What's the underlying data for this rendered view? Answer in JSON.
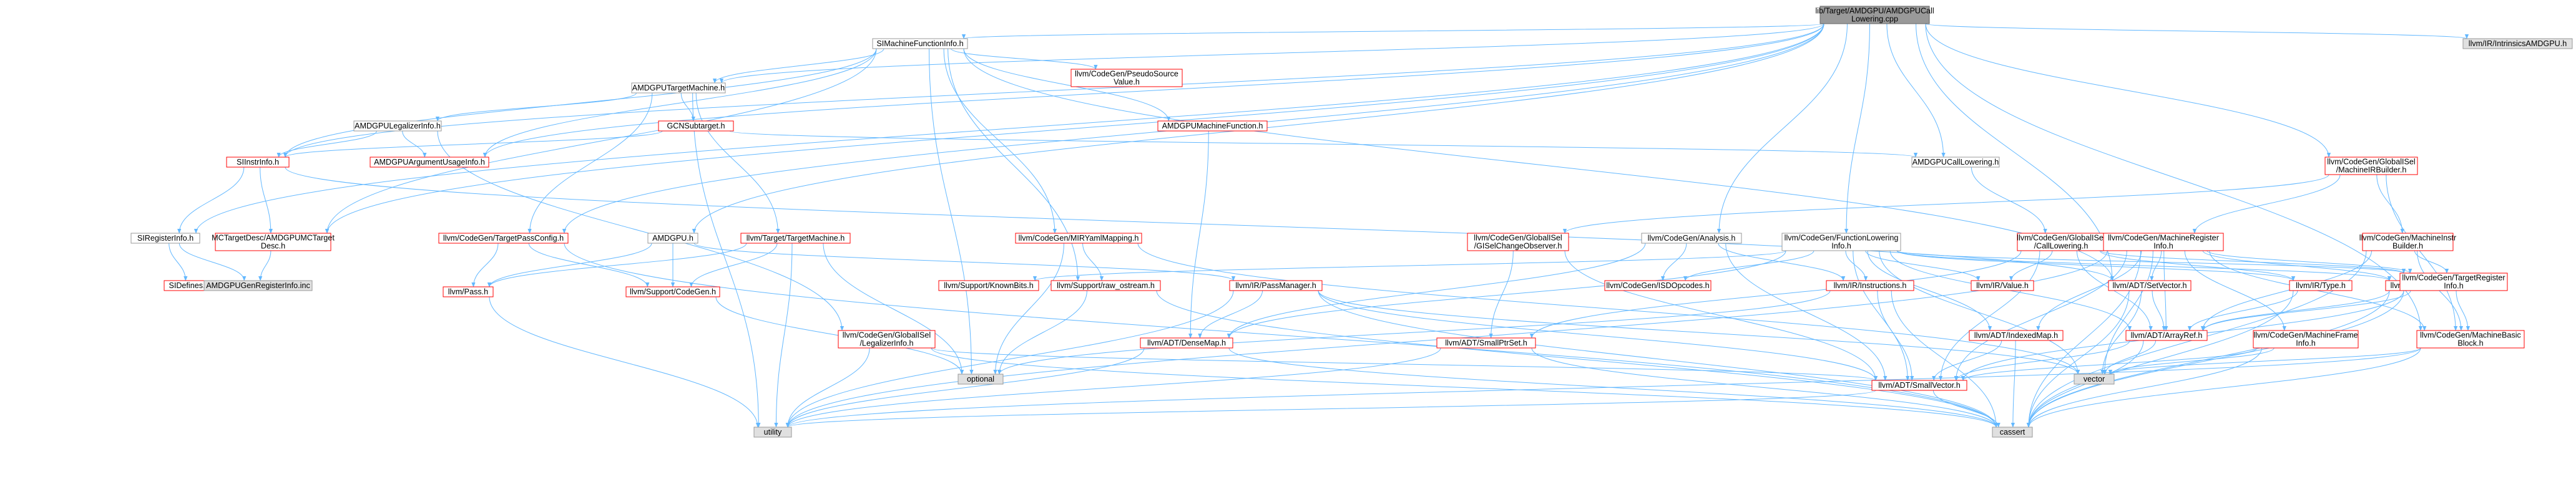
{
  "graph": {
    "colors": {
      "edge": "#63b8ff",
      "root_fill": "#999999",
      "root_border": "#666666",
      "node_fill": "#ffffff",
      "node_border_red": "#ff0000",
      "node_border_gray": "#999999",
      "external_fill": "#e0e0e0",
      "text": "#000000"
    },
    "nodes": [
      {
        "id": "root",
        "lines": [
          "lib/Target/AMDGPU/AMDGPUCall",
          "Lowering.cpp"
        ],
        "kind": "root"
      },
      {
        "id": "simfi",
        "lines": [
          "SIMachineFunctionInfo.h"
        ],
        "kind": "gray"
      },
      {
        "id": "amdgpu_tm",
        "lines": [
          "AMDGPUTargetMachine.h"
        ],
        "kind": "gray"
      },
      {
        "id": "amdgpu_li",
        "lines": [
          "AMDGPULegalizerInfo.h"
        ],
        "kind": "gray"
      },
      {
        "id": "amdgpu_h",
        "lines": [
          "AMDGPU.h"
        ],
        "kind": "gray"
      },
      {
        "id": "siregisterinfo",
        "lines": [
          "SIRegisterInfo.h"
        ],
        "kind": "gray"
      },
      {
        "id": "amdgpu_cl",
        "lines": [
          "AMDGPUCallLowering.h"
        ],
        "kind": "gray"
      },
      {
        "id": "cg_analysis",
        "lines": [
          "llvm/CodeGen/Analysis.h"
        ],
        "kind": "gray"
      },
      {
        "id": "cg_fli",
        "lines": [
          "llvm/CodeGen/FunctionLowering",
          "Info.h"
        ],
        "kind": "gray"
      },
      {
        "id": "intrinsics",
        "lines": [
          "llvm/IR/IntrinsicsAMDGPU.h"
        ],
        "kind": "external"
      },
      {
        "id": "gcn_st",
        "lines": [
          "GCNSubtarget.h"
        ],
        "kind": "red"
      },
      {
        "id": "amdgpu_mf",
        "lines": [
          "AMDGPUMachineFunction.h"
        ],
        "kind": "red"
      },
      {
        "id": "cg_psv",
        "lines": [
          "llvm/CodeGen/PseudoSource",
          "Value.h"
        ],
        "kind": "red"
      },
      {
        "id": "siinstrinfo",
        "lines": [
          "SIInstrInfo.h"
        ],
        "kind": "red"
      },
      {
        "id": "amdgpu_aui",
        "lines": [
          "AMDGPUArgumentUsageInfo.h"
        ],
        "kind": "red"
      },
      {
        "id": "mctdesc",
        "lines": [
          "MCTargetDesc/AMDGPUMCTarget",
          "Desc.h"
        ],
        "kind": "red"
      },
      {
        "id": "sidefines",
        "lines": [
          "SIDefines.h"
        ],
        "kind": "red"
      },
      {
        "id": "genreginfo",
        "lines": [
          "AMDGPUGenRegisterInfo.inc"
        ],
        "kind": "external"
      },
      {
        "id": "cg_tpc",
        "lines": [
          "llvm/CodeGen/TargetPassConfig.h"
        ],
        "kind": "red"
      },
      {
        "id": "target_tm",
        "lines": [
          "llvm/Target/TargetMachine.h"
        ],
        "kind": "red"
      },
      {
        "id": "cg_mirym",
        "lines": [
          "llvm/CodeGen/MIRYamlMapping.h"
        ],
        "kind": "red"
      },
      {
        "id": "gisel_csobs",
        "lines": [
          "llvm/CodeGen/GlobalISel",
          "/GISelChangeObserver.h"
        ],
        "kind": "red"
      },
      {
        "id": "gisel_cl",
        "lines": [
          "llvm/CodeGen/GlobalISel",
          "/CallLowering.h"
        ],
        "kind": "red"
      },
      {
        "id": "gisel_mirb",
        "lines": [
          "llvm/CodeGen/GlobalISel",
          "/MachineIRBuilder.h"
        ],
        "kind": "red"
      },
      {
        "id": "cg_mri",
        "lines": [
          "llvm/CodeGen/MachineRegister",
          "Info.h"
        ],
        "kind": "red"
      },
      {
        "id": "cg_mib",
        "lines": [
          "llvm/CodeGen/MachineInstr",
          "Builder.h"
        ],
        "kind": "red"
      },
      {
        "id": "llvm_pass",
        "lines": [
          "llvm/Pass.h"
        ],
        "kind": "red"
      },
      {
        "id": "support_cg",
        "lines": [
          "llvm/Support/CodeGen.h"
        ],
        "kind": "red"
      },
      {
        "id": "support_kb",
        "lines": [
          "llvm/Support/KnownBits.h"
        ],
        "kind": "red"
      },
      {
        "id": "support_ros",
        "lines": [
          "llvm/Support/raw_ostream.h"
        ],
        "kind": "red"
      },
      {
        "id": "ir_pm",
        "lines": [
          "llvm/IR/PassManager.h"
        ],
        "kind": "red"
      },
      {
        "id": "cg_isd",
        "lines": [
          "llvm/CodeGen/ISDOpcodes.h"
        ],
        "kind": "red"
      },
      {
        "id": "ir_instr",
        "lines": [
          "llvm/IR/Instructions.h"
        ],
        "kind": "red"
      },
      {
        "id": "ir_value",
        "lines": [
          "llvm/IR/Value.h"
        ],
        "kind": "red"
      },
      {
        "id": "adt_setvector",
        "lines": [
          "llvm/ADT/SetVector.h"
        ],
        "kind": "red"
      },
      {
        "id": "ir_type",
        "lines": [
          "llvm/IR/Type.h"
        ],
        "kind": "red"
      },
      {
        "id": "adt_bitvector",
        "lines": [
          "llvm/ADT/BitVector.h"
        ],
        "kind": "red"
      },
      {
        "id": "cg_tri",
        "lines": [
          "llvm/CodeGen/TargetRegister",
          "Info.h"
        ],
        "kind": "red"
      },
      {
        "id": "gisel_li",
        "lines": [
          "llvm/CodeGen/GlobalISel",
          "/LegalizerInfo.h"
        ],
        "kind": "red"
      },
      {
        "id": "optional",
        "lines": [
          "optional"
        ],
        "kind": "external"
      },
      {
        "id": "adt_densemap",
        "lines": [
          "llvm/ADT/DenseMap.h"
        ],
        "kind": "red"
      },
      {
        "id": "adt_sptrset",
        "lines": [
          "llvm/ADT/SmallPtrSet.h"
        ],
        "kind": "red"
      },
      {
        "id": "adt_indexedmap",
        "lines": [
          "llvm/ADT/IndexedMap.h"
        ],
        "kind": "red"
      },
      {
        "id": "adt_arrayref",
        "lines": [
          "llvm/ADT/ArrayRef.h"
        ],
        "kind": "red"
      },
      {
        "id": "cg_mfi",
        "lines": [
          "llvm/CodeGen/MachineFrame",
          "Info.h"
        ],
        "kind": "red"
      },
      {
        "id": "cg_mbb",
        "lines": [
          "llvm/CodeGen/MachineBasic",
          "Block.h"
        ],
        "kind": "red"
      },
      {
        "id": "vector",
        "lines": [
          "vector"
        ],
        "kind": "external"
      },
      {
        "id": "adt_smallvector",
        "lines": [
          "llvm/ADT/SmallVector.h"
        ],
        "kind": "red"
      },
      {
        "id": "utility",
        "lines": [
          "utility"
        ],
        "kind": "external"
      },
      {
        "id": "cassert",
        "lines": [
          "cassert"
        ],
        "kind": "external"
      }
    ]
  }
}
